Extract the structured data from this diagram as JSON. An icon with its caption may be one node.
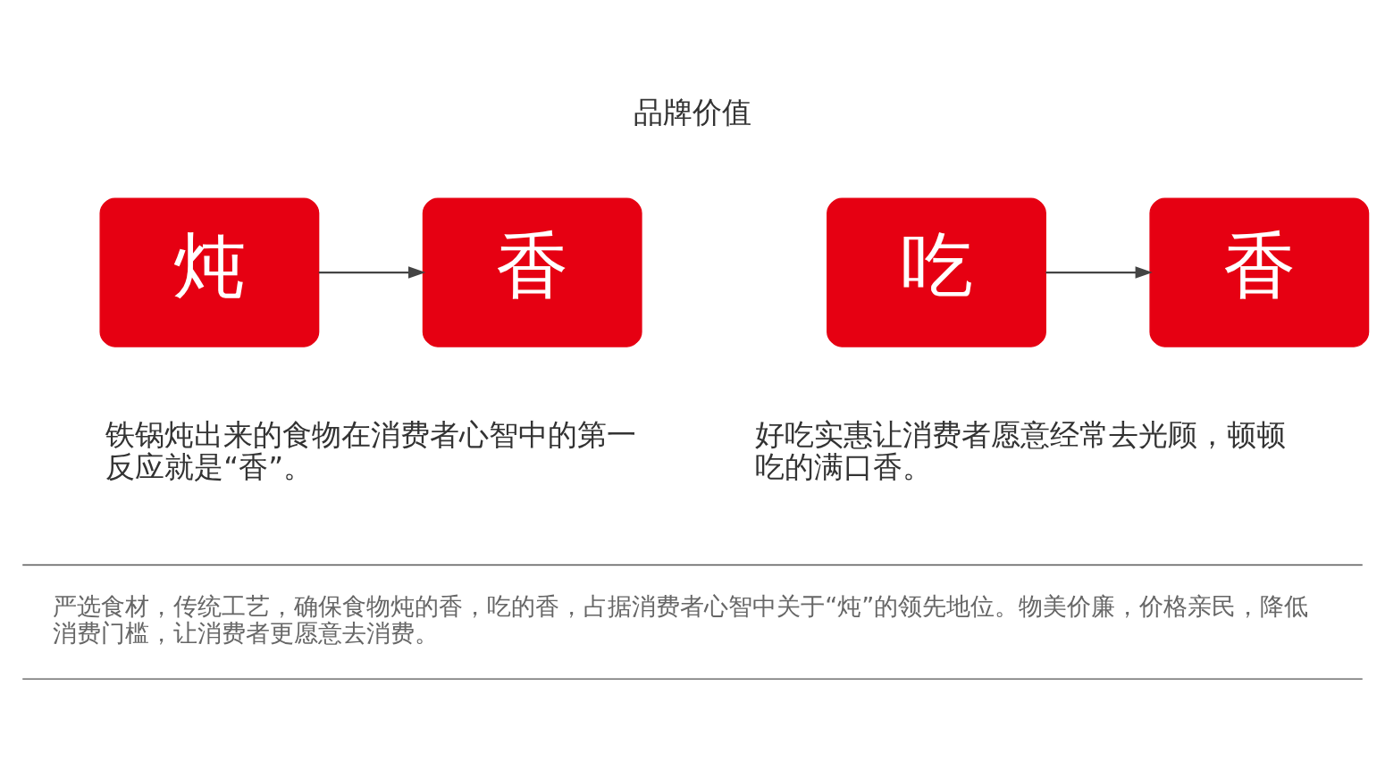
{
  "diagram": {
    "title": "品牌价值",
    "nodes": [
      {
        "text": [
          "炖"
        ]
      },
      {
        "text": [
          "香"
        ]
      },
      {
        "text": [
          "吃"
        ]
      },
      {
        "text": [
          "香"
        ]
      }
    ],
    "edges": [
      {
        "from": 0,
        "to": 1,
        "arrow": "to"
      },
      {
        "from": 2,
        "to": 3,
        "arrow": "to"
      }
    ],
    "labels": [
      "铁锅炖出来的食物在消费者心智中的第一反应就是“香”。",
      "好吃实惠让消费者愿意经常去光顾，顿顿吃的满口香。",
      "严选食材，传统工艺，确保食物炖的香，吃的香，占据消费者心智中关于“炖”的领先地位。物美价廉，价格亲民，降低消费门槛，让消费者更愿意去消费。"
    ]
  }
}
